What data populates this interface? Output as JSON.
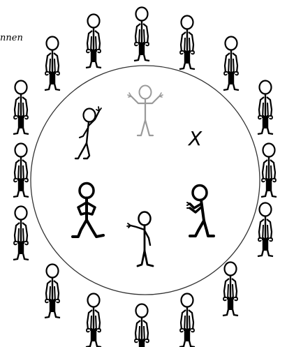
{
  "corner_label": "nnen",
  "mark": "X",
  "colors": {
    "ink": "#000000",
    "faded": "#9a9a9a",
    "circle": "#333333",
    "background": "#ffffff"
  },
  "figures": {
    "ring": [
      {
        "name": "ring-figure-top-center"
      },
      {
        "name": "ring-figure-top-left-1"
      },
      {
        "name": "ring-figure-top-right-1"
      },
      {
        "name": "ring-figure-top-left-2"
      },
      {
        "name": "ring-figure-top-right-2"
      },
      {
        "name": "ring-figure-left-1"
      },
      {
        "name": "ring-figure-right-1"
      },
      {
        "name": "ring-figure-left-2"
      },
      {
        "name": "ring-figure-right-2"
      },
      {
        "name": "ring-figure-left-3"
      },
      {
        "name": "ring-figure-right-3"
      },
      {
        "name": "ring-figure-bottom-left-2"
      },
      {
        "name": "ring-figure-bottom-right-2"
      },
      {
        "name": "ring-figure-bottom-left-1"
      },
      {
        "name": "ring-figure-bottom-right-1"
      },
      {
        "name": "ring-figure-bottom-center"
      }
    ],
    "inner": [
      {
        "name": "inner-figure-ghost-arms-raised",
        "style": "faded"
      },
      {
        "name": "inner-figure-pointing-up"
      },
      {
        "name": "inner-figure-hands-on-hips"
      },
      {
        "name": "inner-figure-clapping"
      },
      {
        "name": "inner-figure-pointing-left"
      }
    ]
  }
}
